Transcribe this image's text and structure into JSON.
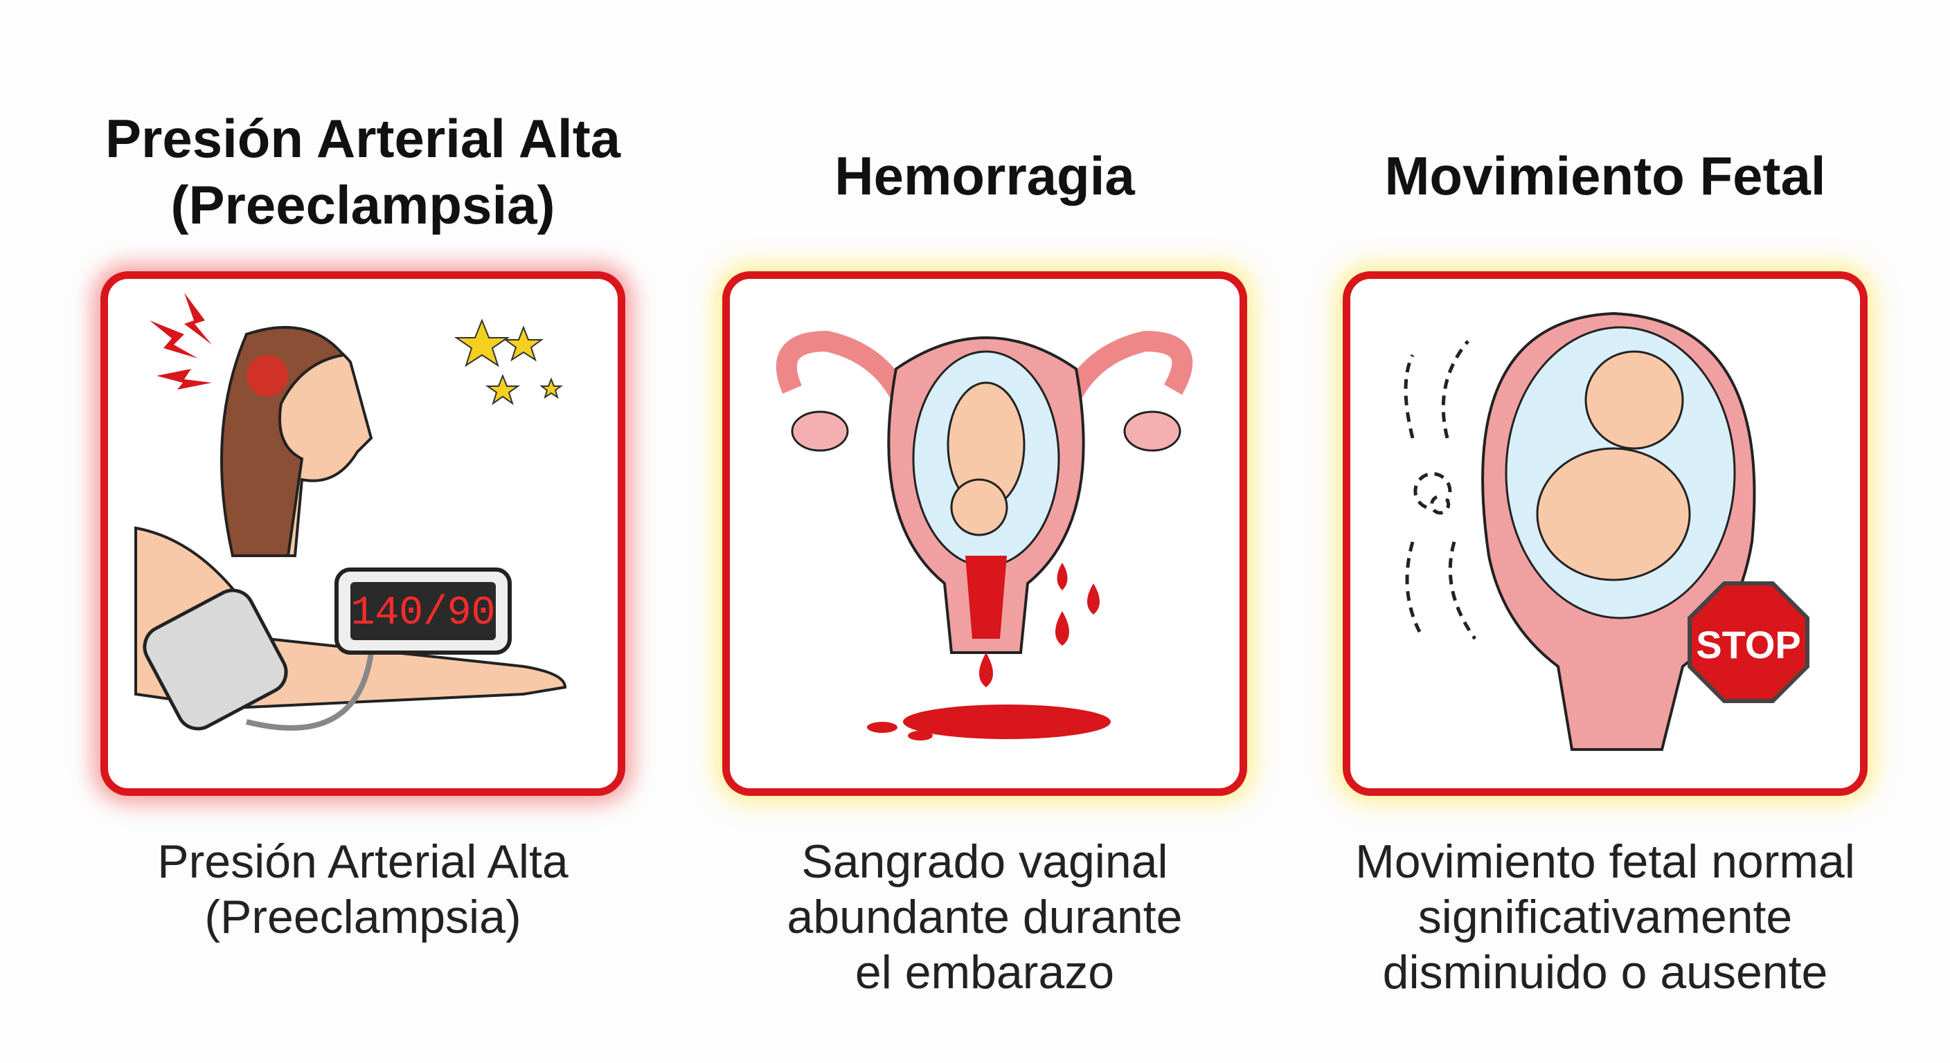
{
  "cards": [
    {
      "title_lines": [
        "Presión Arterial Alta",
        "(Preeclampsia)"
      ],
      "caption_lines": [
        "Presión Arterial Alta",
        "(Preeclampsia)"
      ],
      "monitor_reading": "140/90",
      "glow_color": "#f03c3c"
    },
    {
      "title_lines": [
        "Hemorragia"
      ],
      "caption_lines": [
        "Sangrado vaginal",
        "abundante durante",
        "el embarazo"
      ],
      "glow_color": "#ffe646"
    },
    {
      "title_lines": [
        "Movimiento Fetal"
      ],
      "caption_lines": [
        "Movimiento fetal normal",
        "significativamente",
        "disminuido o ausente"
      ],
      "sign_text": "STOP",
      "glow_color": "#ffe646"
    }
  ],
  "colors": {
    "border": "#d8161b",
    "blood": "#d8161b",
    "uterus": "#f0a0a0",
    "skin": "#f7c9a8"
  }
}
